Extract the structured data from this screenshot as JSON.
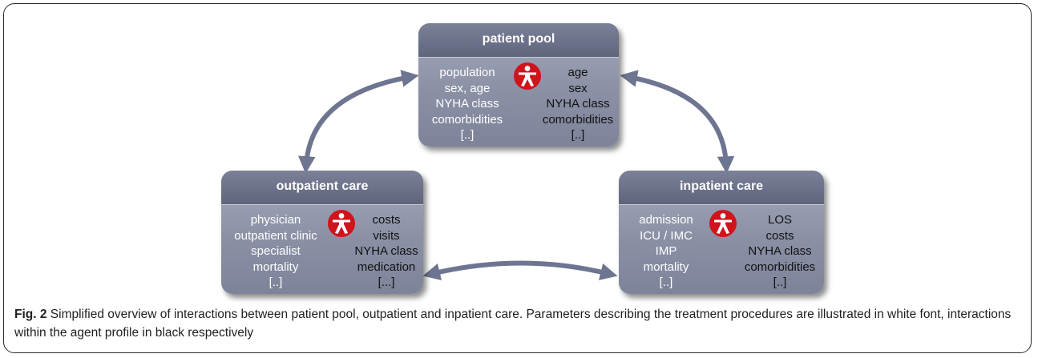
{
  "boxes": {
    "patient_pool": {
      "title": "patient pool",
      "white_items": [
        "population",
        "sex, age",
        "NYHA class",
        "comorbidities",
        "[..]"
      ],
      "black_items": [
        "age",
        "sex",
        "NYHA class",
        "comorbidities",
        "[..]"
      ]
    },
    "outpatient_care": {
      "title": "outpatient care",
      "white_items": [
        "physician",
        "outpatient clinic",
        "specialist",
        "mortality",
        "[..]"
      ],
      "black_items": [
        "costs",
        "visits",
        "NYHA class",
        "medication",
        "[...]"
      ]
    },
    "inpatient_care": {
      "title": "inpatient care",
      "white_items": [
        "admission",
        "ICU / IMC",
        "IMP",
        "mortality",
        "[..]"
      ],
      "black_items": [
        "LOS",
        "costs",
        "NYHA class",
        "comorbidities",
        "[..]"
      ]
    }
  },
  "icon": {
    "name": "agent-person-icon",
    "color": "#d0141b"
  },
  "caption": {
    "label": "Fig. 2",
    "text": " Simplified overview of interactions between patient pool, outpatient and inpatient care. Parameters describing the treatment procedures are illustrated in white font, interactions within the agent profile in black respectively"
  },
  "colors": {
    "box_body": "#8b90a5",
    "box_header": "#666c83",
    "arrow": "#6e7590"
  }
}
